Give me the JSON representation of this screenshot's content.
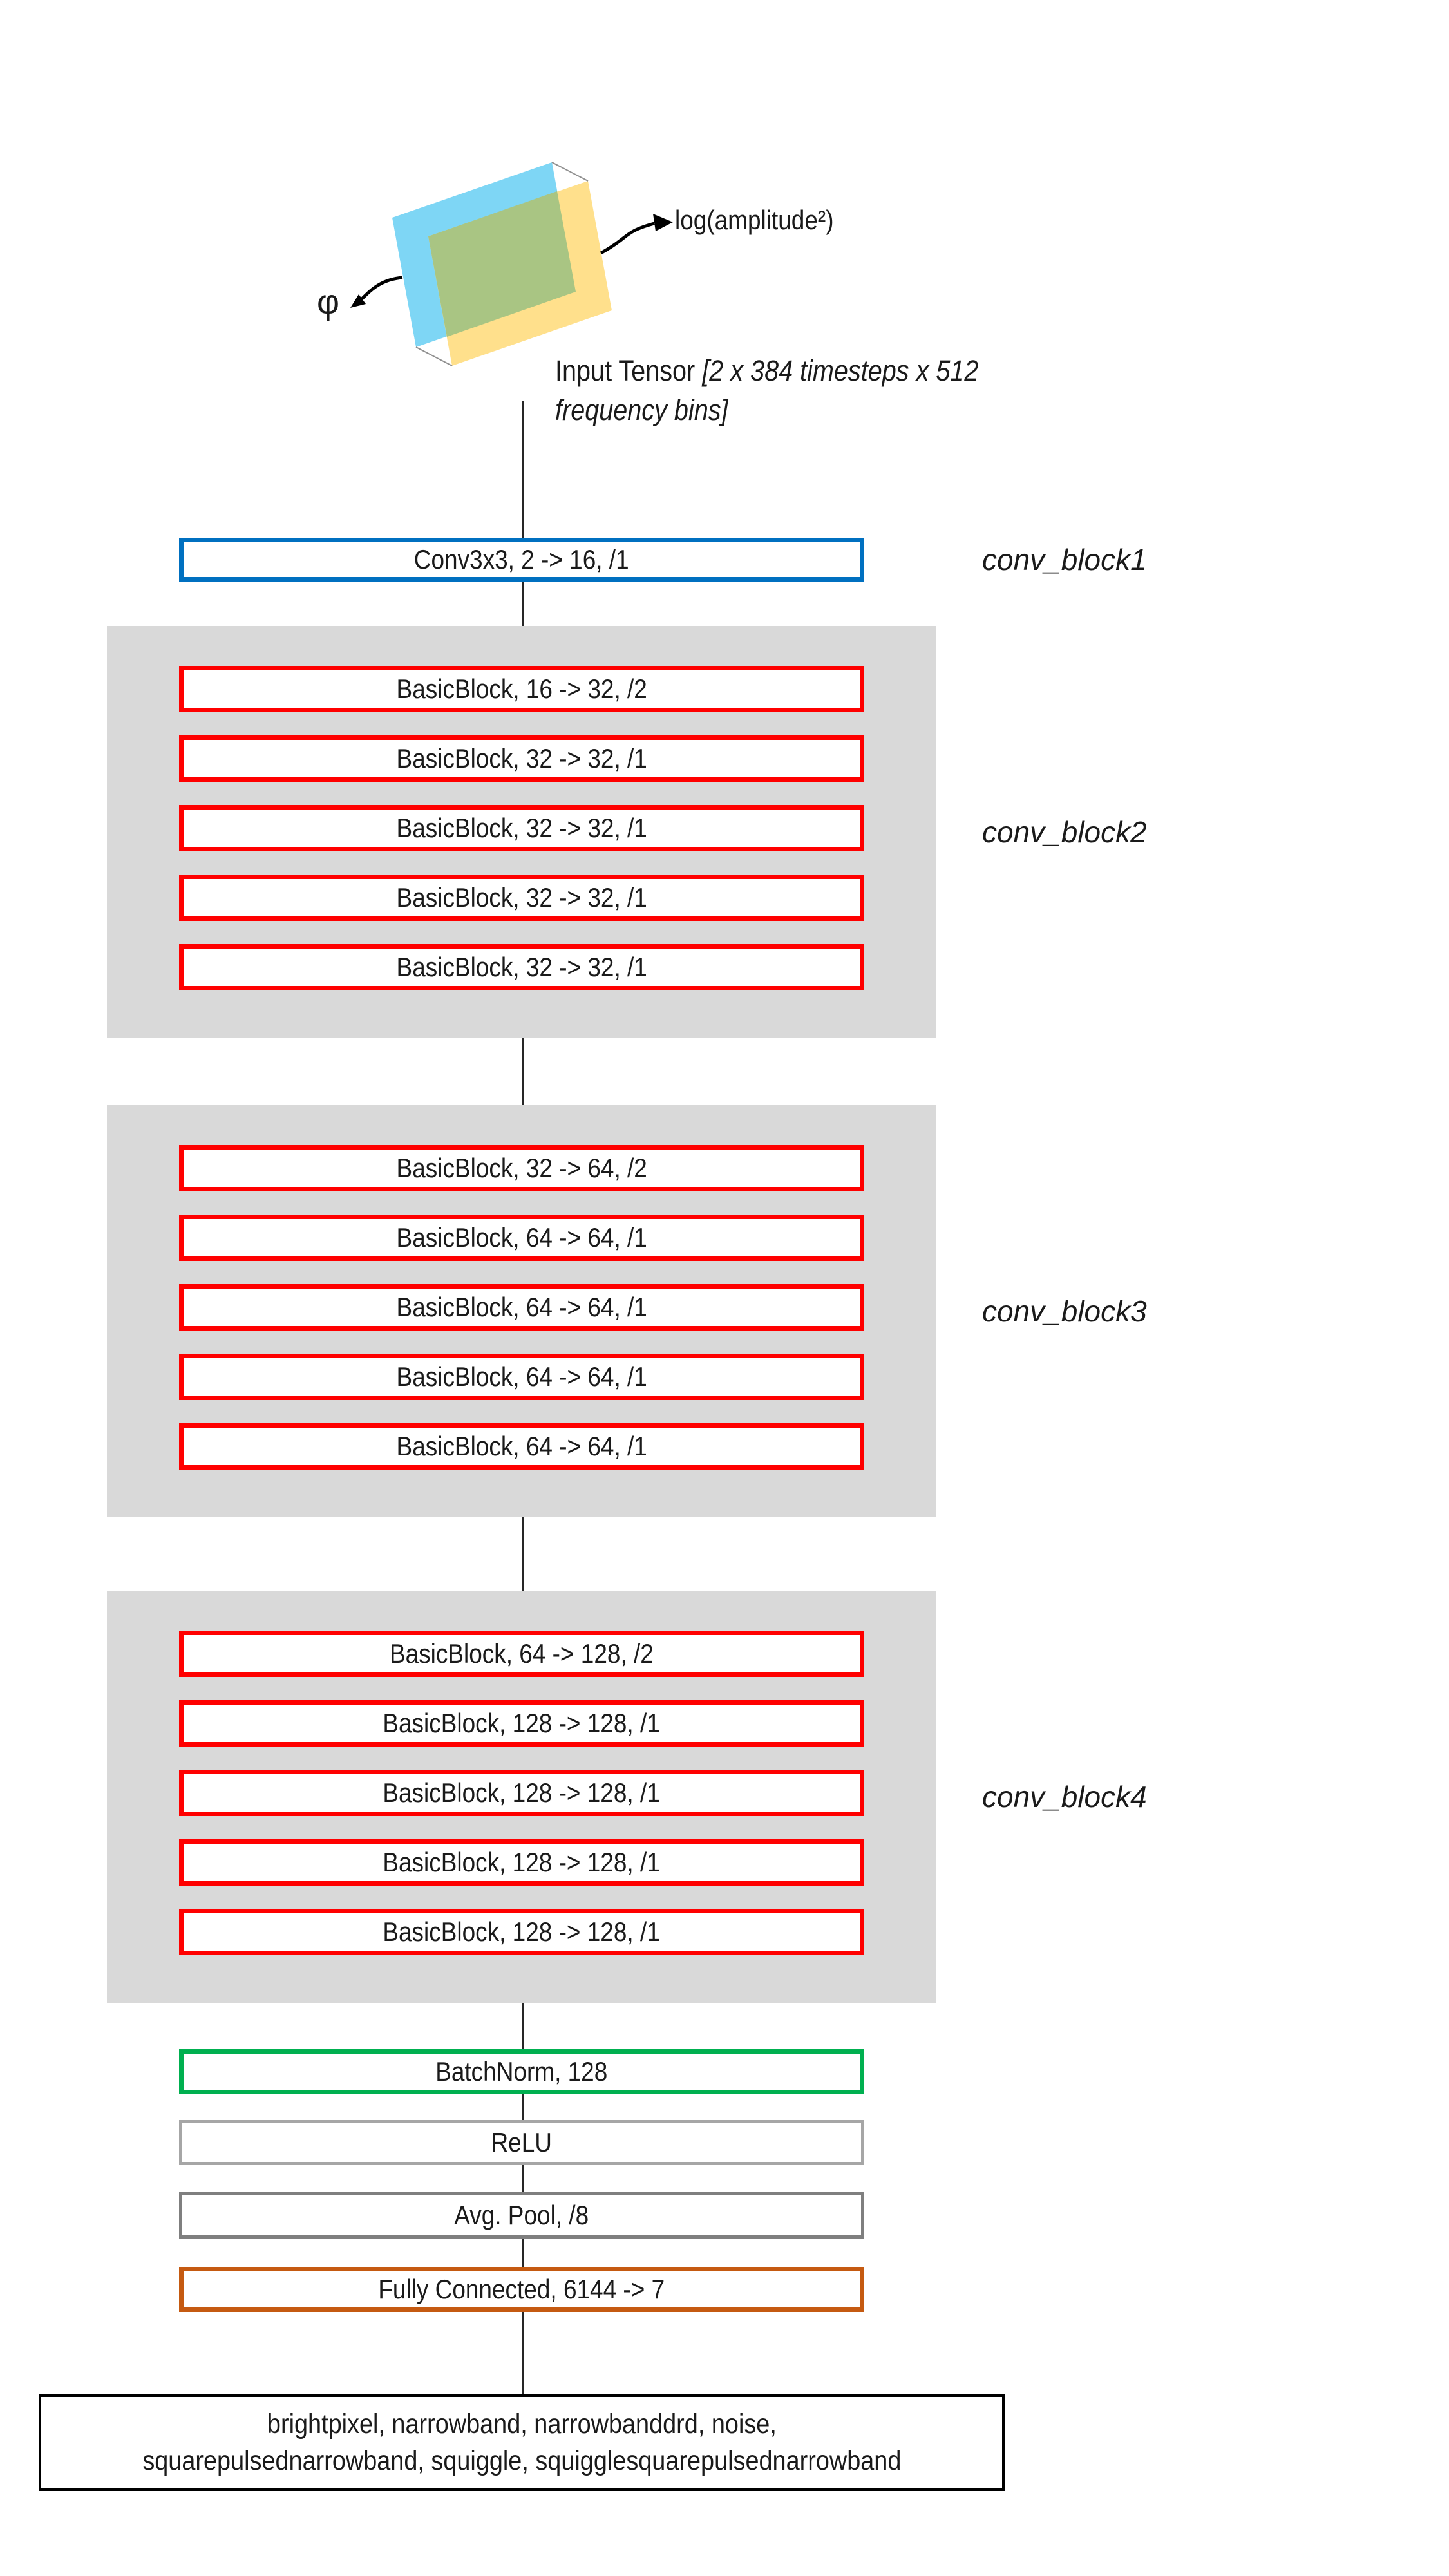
{
  "colors": {
    "blue": "#0070C0",
    "red": "#FF0000",
    "green": "#00B050",
    "orange": "#C55A11",
    "gray_light": "#A6A6A6",
    "gray_dark": "#7F7F7F",
    "black": "#000000",
    "block_bg": "#D9D9D9",
    "line": "#262626",
    "tensor_cyan": "#7ED6F5",
    "tensor_yellow": "#FFE08C",
    "tensor_green": "#A9C583",
    "tensor_edge": "#909090"
  },
  "tensor": {
    "phi_label": "φ",
    "amplitude_label": "log(amplitude²)",
    "caption_prefix": "Input Tensor ",
    "caption_shape": "[2 x 384 timesteps x 512 frequency bins]"
  },
  "conv1": {
    "label": "Conv3x3, 2 -> 16, /1",
    "block_label": "conv_block1"
  },
  "blocks": [
    {
      "block_label": "conv_block2",
      "rows": [
        "BasicBlock, 16 -> 32, /2",
        "BasicBlock, 32 -> 32, /1",
        "BasicBlock, 32 -> 32, /1",
        "BasicBlock, 32 -> 32, /1",
        "BasicBlock, 32 -> 32, /1"
      ]
    },
    {
      "block_label": "conv_block3",
      "rows": [
        "BasicBlock, 32 -> 64, /2",
        "BasicBlock, 64 -> 64, /1",
        "BasicBlock, 64 -> 64, /1",
        "BasicBlock, 64 -> 64, /1",
        "BasicBlock, 64 -> 64, /1"
      ]
    },
    {
      "block_label": "conv_block4",
      "rows": [
        "BasicBlock, 64 -> 128, /2",
        "BasicBlock, 128 -> 128, /1",
        "BasicBlock, 128 -> 128, /1",
        "BasicBlock, 128 -> 128, /1",
        "BasicBlock, 128 -> 128, /1"
      ]
    }
  ],
  "tail": {
    "batchnorm": "BatchNorm, 128",
    "relu": "ReLU",
    "avgpool": "Avg. Pool, /8",
    "fc": "Fully Connected, 6144 -> 7"
  },
  "output": {
    "line1": "brightpixel, narrowband, narrowbanddrd, noise,",
    "line2": "squarepulsednarrowband, squiggle, squigglesquarepulsednarrowband"
  }
}
